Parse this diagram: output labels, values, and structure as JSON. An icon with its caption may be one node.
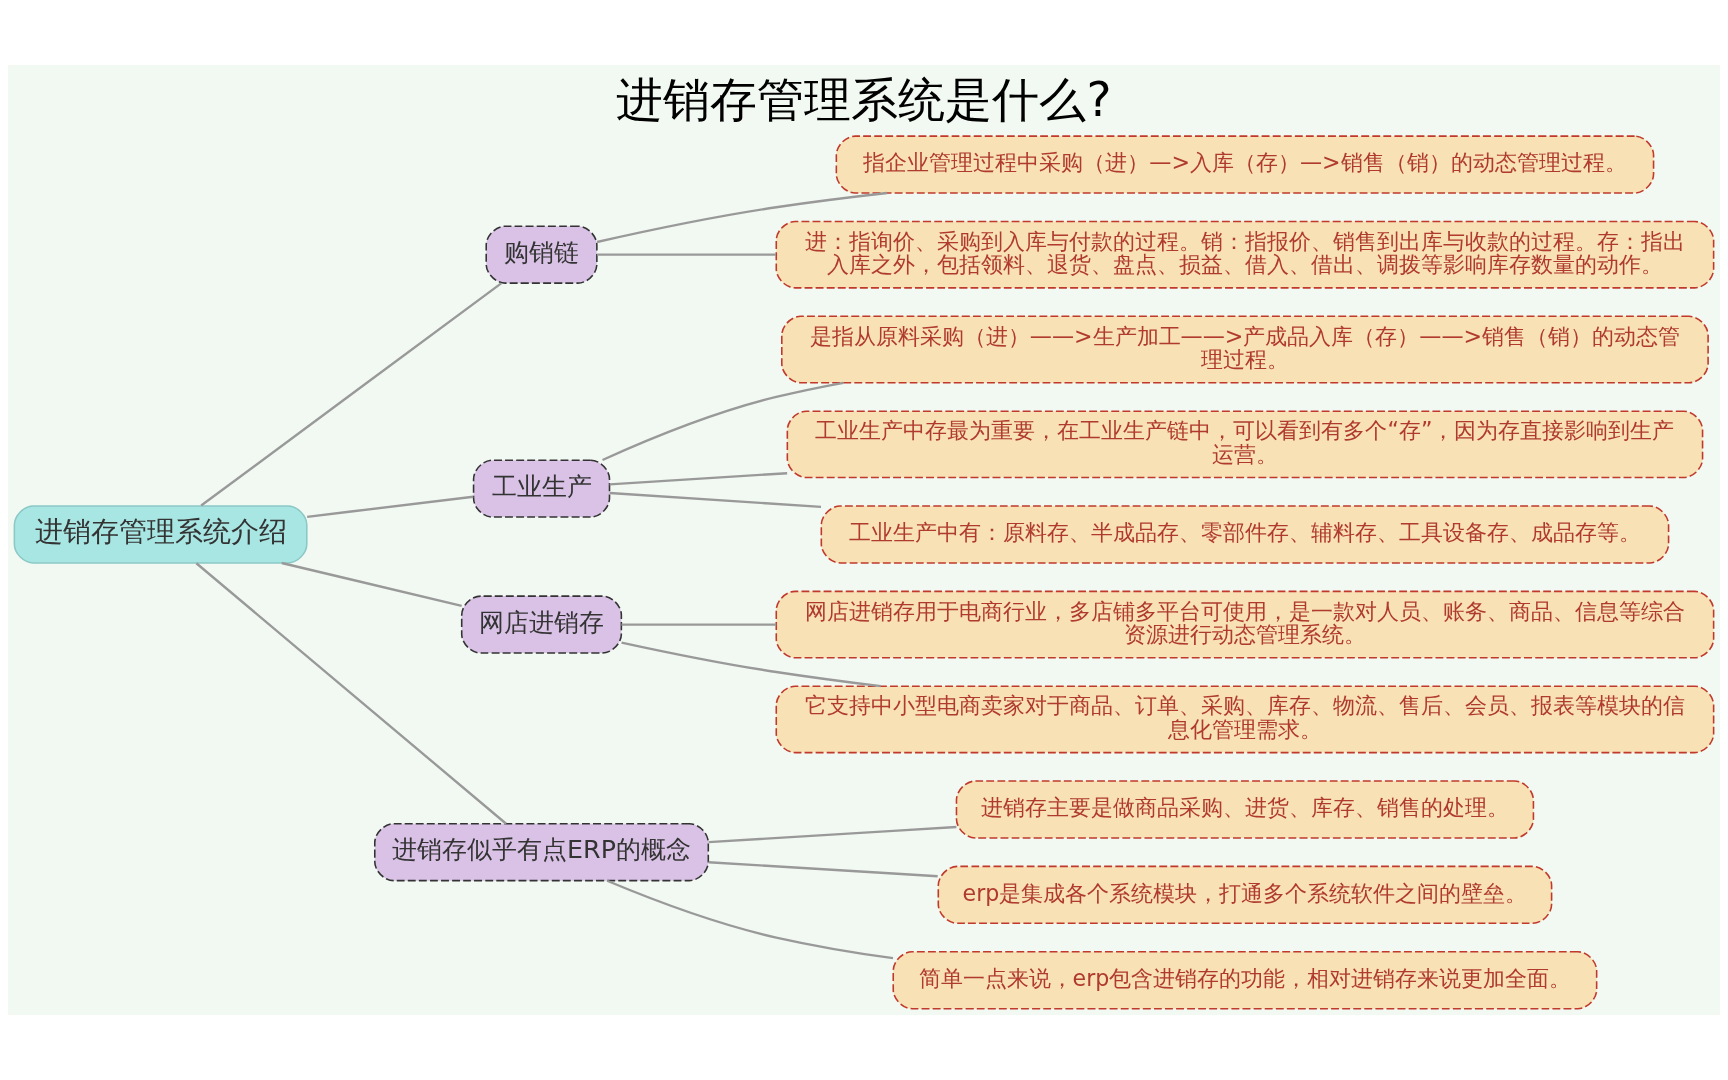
{
  "diagram": {
    "title": "进销存管理系统是什么?",
    "nodes": [
      {
        "text": [
          "进销存管理系统介绍"
        ]
      },
      {
        "text": [
          "购销链"
        ]
      },
      {
        "text": [
          "指企业管理过程中采购（进）—>入库（存）—>销售（销）的动态管理过程。"
        ]
      },
      {
        "text": [
          "进：指询价、采购到入库与付款的过程。销：指报价、销售到出库与收款的过程。存：指出入库之外，包括领料、退货、盘点、损益、借入、借出、调拨等影响库存数量的动作。"
        ]
      },
      {
        "text": [
          "工业生产"
        ]
      },
      {
        "text": [
          "是指从原料采购（进）——>生产加工——>产成品入库（存）——>销售（销）的动态管理过程。"
        ]
      },
      {
        "text": [
          "工业生产中存最为重要，在工业生产链中，可以看到有多个“存”，因为存直接影响到生产运营。"
        ]
      },
      {
        "text": [
          "工业生产中有：原料存、半成品存、零部件存、辅料存、工具设备存、成品存等。"
        ]
      },
      {
        "text": [
          "网店进销存"
        ]
      },
      {
        "text": [
          "网店进销存用于电商行业，多店铺多平台可使用，是一款对人员、账务、商品、信息等综合资源进行动态管理系统。"
        ]
      },
      {
        "text": [
          "它支持中小型电商卖家对于商品、订单、采购、库存、物流、售后、会员、报表等模块的信息化管理需求。"
        ]
      },
      {
        "text": [
          "进销存似乎有点ERP的概念"
        ]
      },
      {
        "text": [
          "进销存主要是做商品采购、进货、库存、销售的处理。"
        ]
      },
      {
        "text": [
          "erp是集成各个系统模块，打通多个系统软件之间的壁垒。"
        ]
      },
      {
        "text": [
          "简单一点来说，erp包含进销存的功能，相对进销存来说更加全面。"
        ]
      }
    ],
    "edges": [
      {
        "from": 0,
        "to": 1,
        "arrow": "none"
      },
      {
        "from": 1,
        "to": 2,
        "arrow": "none"
      },
      {
        "from": 1,
        "to": 3,
        "arrow": "none"
      },
      {
        "from": 0,
        "to": 4,
        "arrow": "none"
      },
      {
        "from": 4,
        "to": 5,
        "arrow": "none"
      },
      {
        "from": 4,
        "to": 6,
        "arrow": "none"
      },
      {
        "from": 4,
        "to": 7,
        "arrow": "none"
      },
      {
        "from": 0,
        "to": 8,
        "arrow": "none"
      },
      {
        "from": 8,
        "to": 9,
        "arrow": "none"
      },
      {
        "from": 8,
        "to": 10,
        "arrow": "none"
      },
      {
        "from": 0,
        "to": 11,
        "arrow": "none"
      },
      {
        "from": 11,
        "to": 12,
        "arrow": "none"
      },
      {
        "from": 11,
        "to": 13,
        "arrow": "none"
      },
      {
        "from": 11,
        "to": 14,
        "arrow": "none"
      }
    ]
  }
}
